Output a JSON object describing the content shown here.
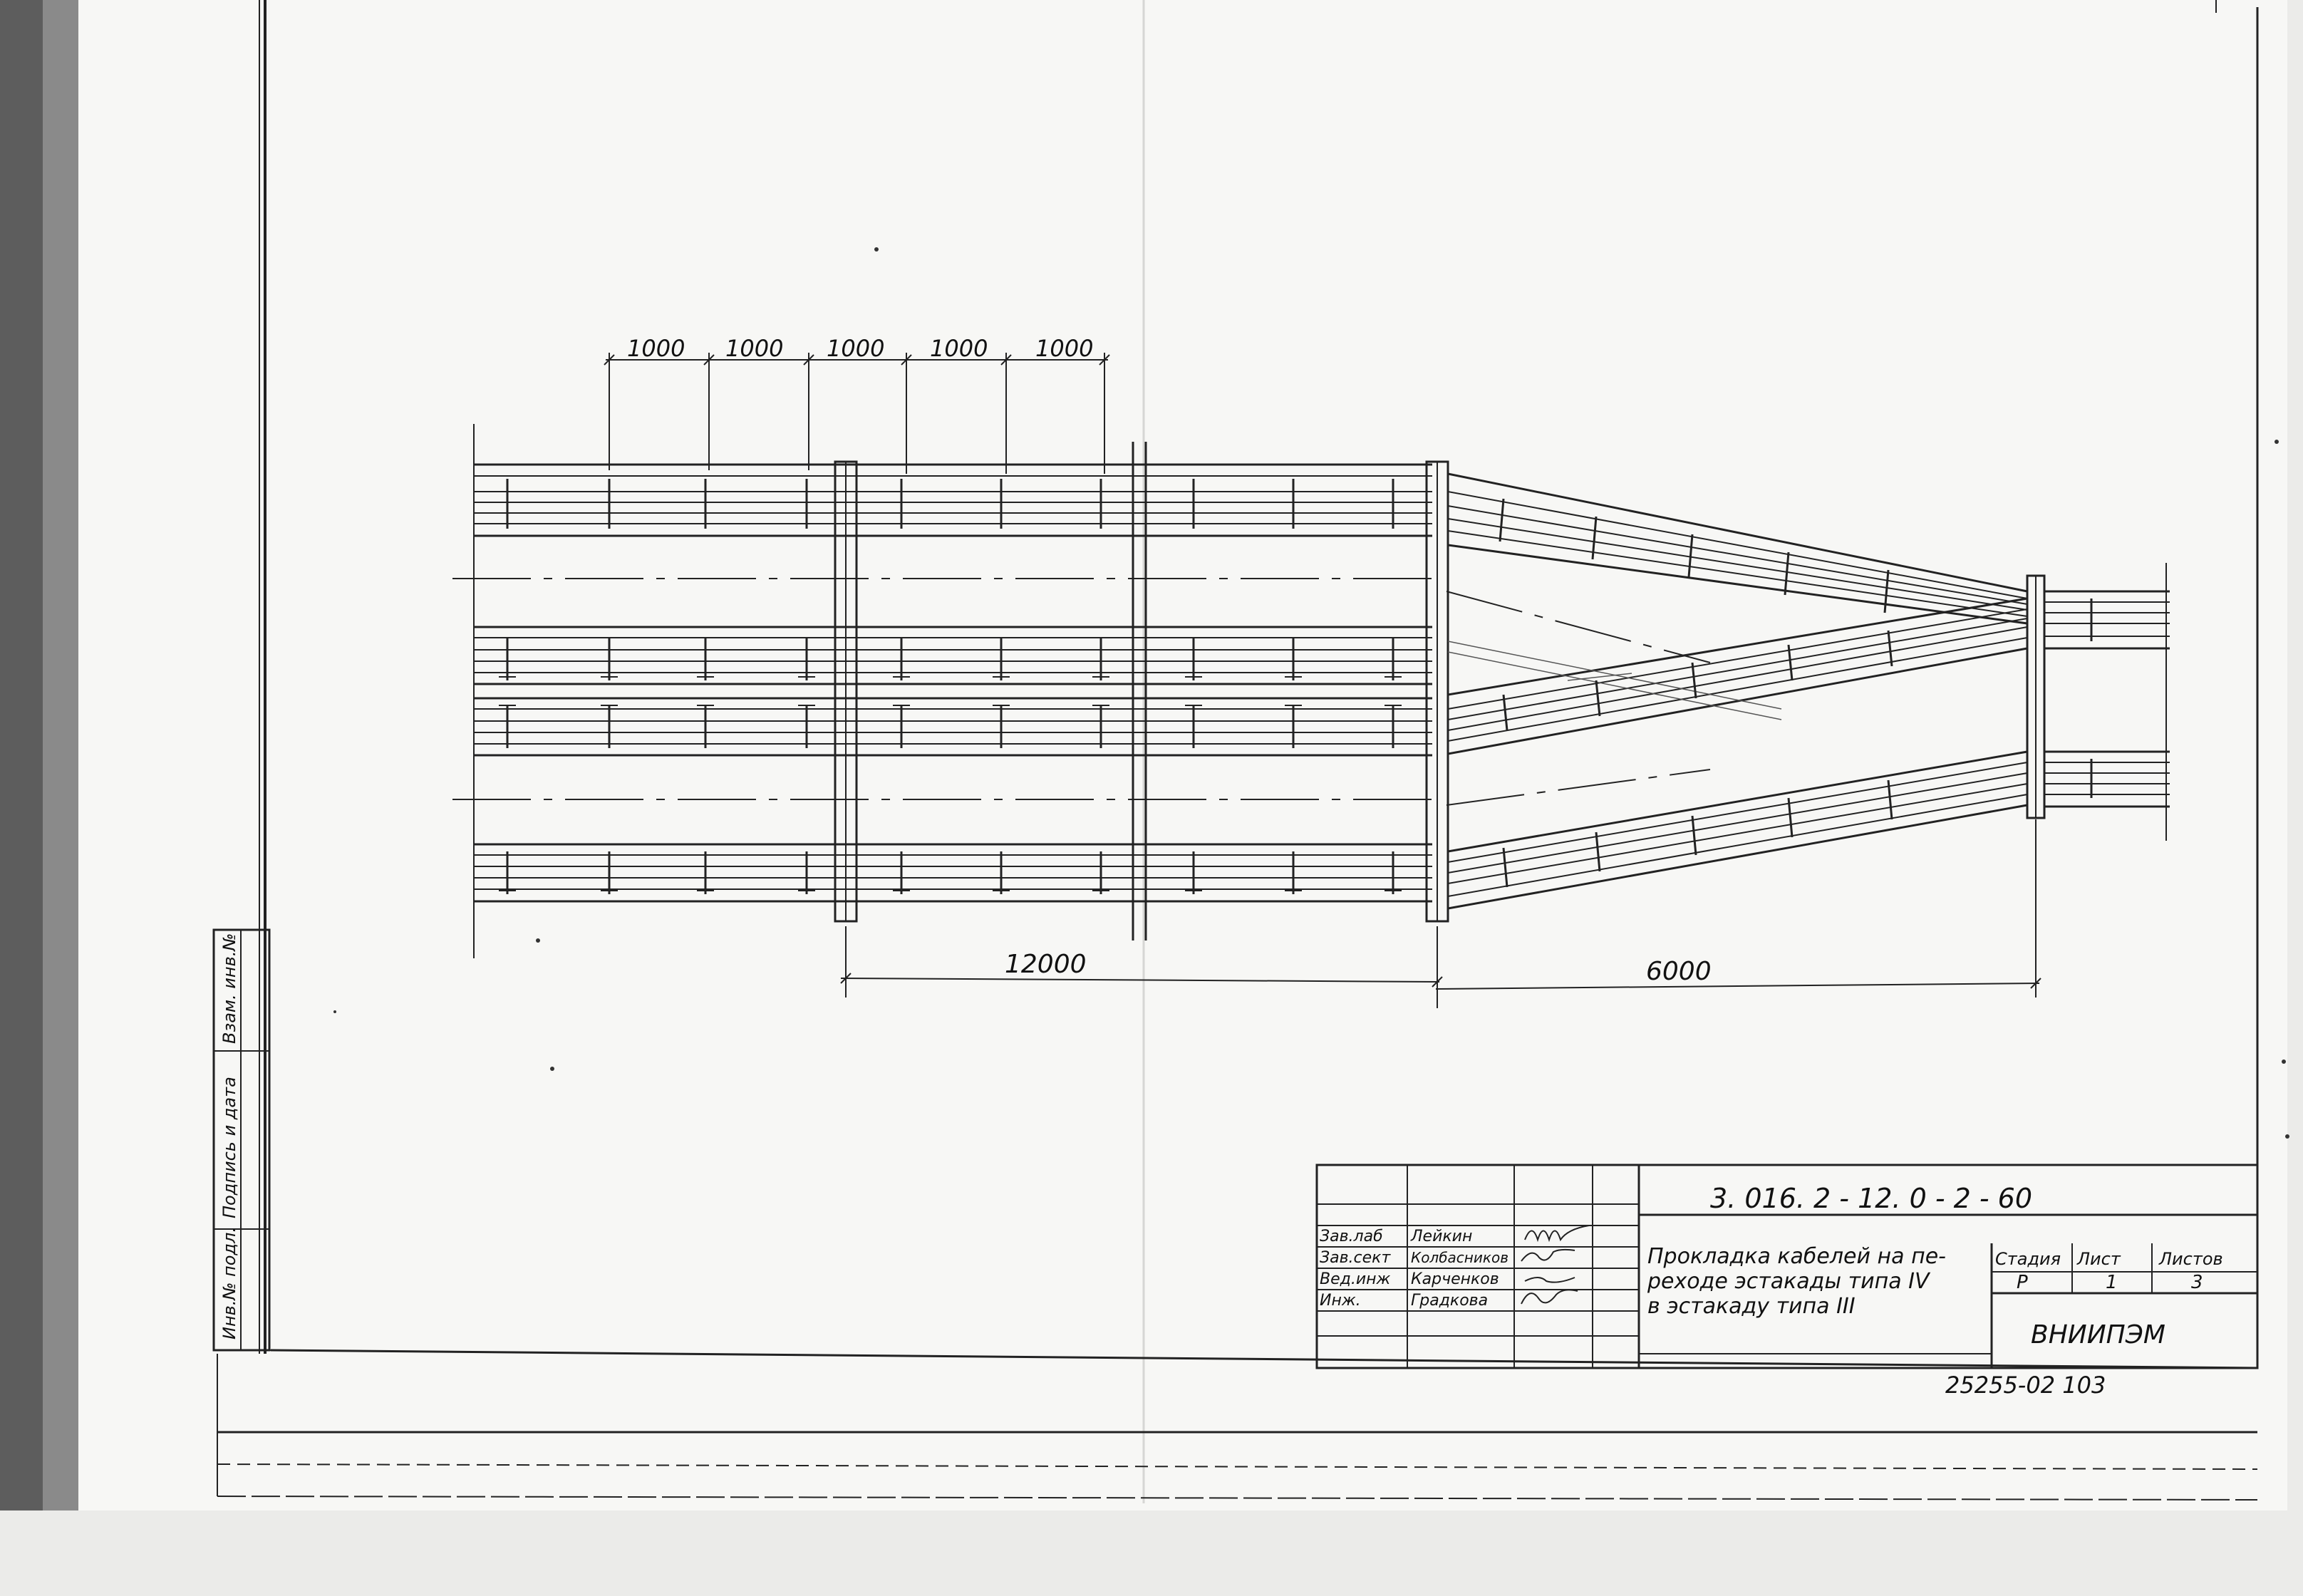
{
  "drawing": {
    "top_dimensions": [
      "1000",
      "1000",
      "1000",
      "1000",
      "1000"
    ],
    "bottom_dimension_left": "12000",
    "bottom_dimension_right": "6000",
    "margin_stamp": [
      "Инв.№ подл.",
      "Подпись и дата",
      "Взам. инв.№"
    ]
  },
  "title_block": {
    "code": "3. 016. 2 - 12. 0 - 2 - 60",
    "roles": [
      "Зав.лаб",
      "Зав.сект",
      "Вед.инж",
      "Инж."
    ],
    "names": [
      "Лейкин",
      "Колбасников",
      "Карченков",
      "Градкова"
    ],
    "title_lines": [
      "Прокладка кабелей на пе-",
      "реходе эстакады типа IV",
      "в эстакаду типа III"
    ],
    "stage_label": "Стадия",
    "sheet_label": "Лист",
    "sheets_label": "Листов",
    "stage": "Р",
    "sheet": "1",
    "sheets": "3",
    "organization": "ВНИИПЭМ",
    "archive_number": "25255-02  103"
  }
}
